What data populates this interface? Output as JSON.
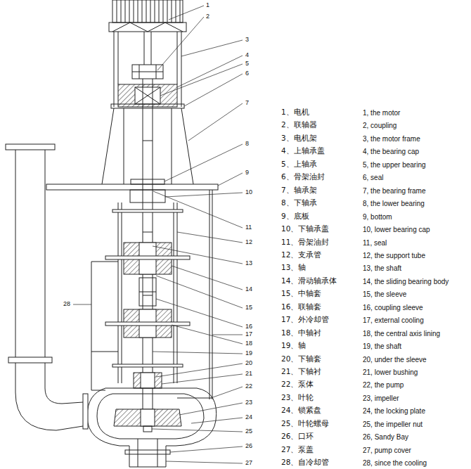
{
  "diagram": {
    "labels": [
      "1",
      "2",
      "3",
      "4",
      "5",
      "6",
      "7",
      "8",
      "9",
      "10",
      "11",
      "12",
      "13",
      "14",
      "15",
      "16",
      "17",
      "18",
      "19",
      "20",
      "21",
      "22",
      "23",
      "24",
      "25",
      "26",
      "27",
      "28",
      "1、电机",
      "1, the motor",
      "2、联轴器",
      "2, coupling",
      "3、电机架",
      "3, the motor frame",
      "4、上轴承盖",
      "4, the bearing cap",
      "5、上轴承",
      "5, the upper bearing",
      "6、骨架油封",
      "6, seal",
      "7、轴承架",
      "7, the bearing frame",
      "8、下轴承",
      "8, the lower bearing",
      "9、底板",
      "9, bottom",
      "10、下轴承盖",
      "10, lower bearing cap",
      "11、骨架油封",
      "11, seal",
      "12、支承管",
      "12, the support tube",
      "13、轴",
      "13, the shaft",
      "14、滑动轴承体",
      "14, the sliding bearing body",
      "15、中轴套",
      "15, the sleeve",
      "16、联轴套",
      "16, coupling sleeve",
      "17、外冷却管",
      "17, external cooling",
      "18、中轴衬",
      "18, the central axis lining",
      "19、轴",
      "19, the shaft",
      "20、下轴套",
      "20, under the sleeve",
      "21、下轴衬",
      "21, lower bushing",
      "22、泵体",
      "22, the pump",
      "23、叶轮",
      "23, impeller",
      "24、锁紧盘",
      "24, the locking plate",
      "25、叶轮螺母",
      "25, the impeller nut",
      "26、口环",
      "26, Sandy Bay",
      "27、泵盖",
      "27, pump cover",
      "28、自冷却管",
      "28, since the cooling"
    ]
  }
}
